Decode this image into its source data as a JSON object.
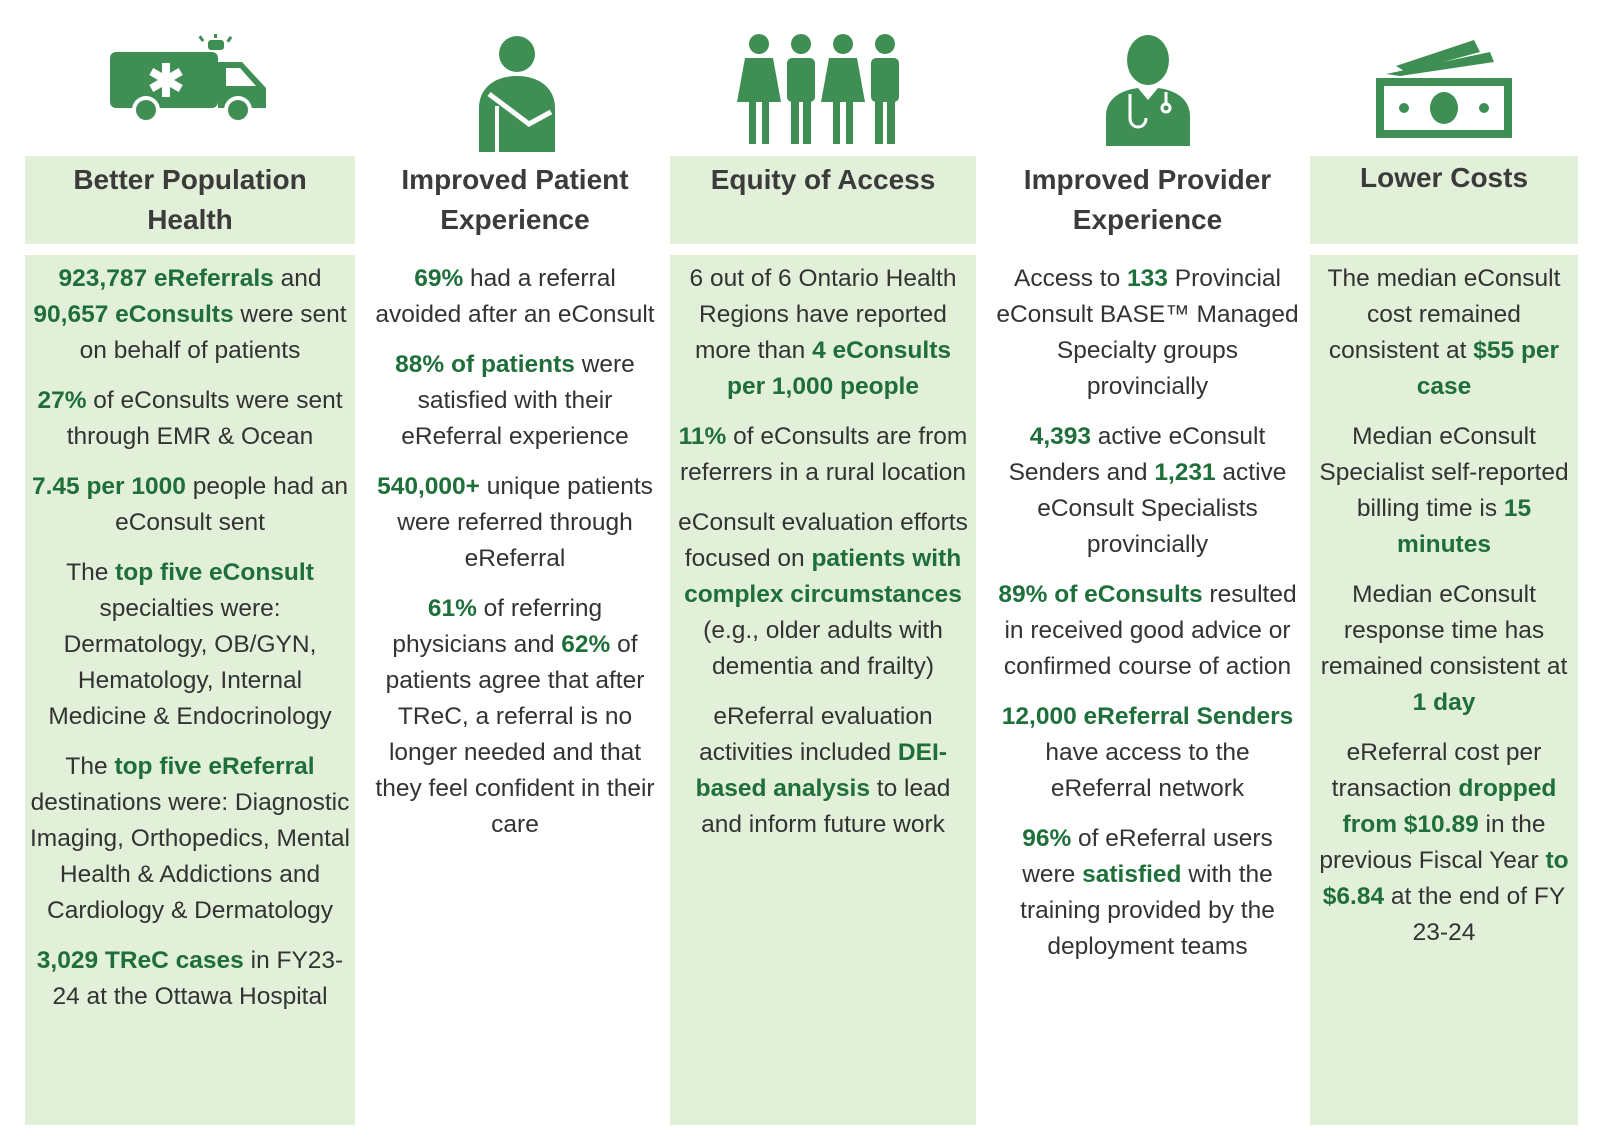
{
  "colors": {
    "accent_green": "#1f6f3a",
    "icon_green": "#3f8f55",
    "panel_tint": "#e2efd9"
  },
  "columns": [
    {
      "icon": "ambulance-icon",
      "title_line1": "Better Population",
      "title_line2": "Health",
      "paragraphs": [
        [
          [
            "923,787 eReferrals",
            true
          ],
          [
            " and ",
            false
          ],
          [
            "90,657 eConsults",
            true
          ],
          [
            " were sent on behalf of patients",
            false
          ]
        ],
        [
          [
            "27%",
            true
          ],
          [
            " of eConsults were sent through EMR & Ocean",
            false
          ]
        ],
        [
          [
            "7.45 per 1000",
            true
          ],
          [
            " people had an eConsult sent",
            false
          ]
        ],
        [
          [
            "The ",
            false
          ],
          [
            "top five eConsult",
            true
          ],
          [
            " specialties were: Dermatology, OB/GYN, Hematology, Internal Medicine & Endocrinology",
            false
          ]
        ],
        [
          [
            "The ",
            false
          ],
          [
            "top five eReferral",
            true
          ],
          [
            " destinations were: Diagnostic Imaging, Orthopedics, Mental Health & Addictions and Cardiology & Dermatology",
            false
          ]
        ],
        [
          [
            "3,029 TReC cases",
            true
          ],
          [
            " in FY23-24 at the Ottawa Hospital",
            false
          ]
        ]
      ]
    },
    {
      "icon": "patient-sling-icon",
      "title_line1": "Improved Patient",
      "title_line2": "Experience",
      "paragraphs": [
        [
          [
            "69%",
            true
          ],
          [
            " had a referral avoided after an eConsult",
            false
          ]
        ],
        [
          [
            "88% of patients",
            true
          ],
          [
            " were satisfied with their eReferral experience",
            false
          ]
        ],
        [
          [
            "540,000+",
            true
          ],
          [
            " unique patients were referred through eReferral",
            false
          ]
        ],
        [
          [
            "61%",
            true
          ],
          [
            " of referring physicians and ",
            false
          ],
          [
            "62%",
            true
          ],
          [
            " of patients agree that after TReC, a referral is no longer needed and that they feel confident in their care",
            false
          ]
        ]
      ]
    },
    {
      "icon": "people-group-icon",
      "title_line1": "Equity of Access",
      "title_line2": "",
      "paragraphs": [
        [
          [
            "6 out of 6 Ontario Health Regions have reported more than ",
            false
          ],
          [
            "4 eConsults per 1,000 people",
            true
          ]
        ],
        [
          [
            "11%",
            true
          ],
          [
            " of eConsults are from referrers in a rural location",
            false
          ]
        ],
        [
          [
            "eConsult evaluation efforts focused on ",
            false
          ],
          [
            "patients with complex circumstances",
            true
          ],
          [
            " (e.g., older adults with dementia and frailty)",
            false
          ]
        ],
        [
          [
            "eReferral evaluation activities included ",
            false
          ],
          [
            "DEI-based analysis",
            true
          ],
          [
            " to lead and inform future work",
            false
          ]
        ]
      ]
    },
    {
      "icon": "doctor-stethoscope-icon",
      "title_line1": "Improved Provider",
      "title_line2": "Experience",
      "paragraphs": [
        [
          [
            "Access to ",
            false
          ],
          [
            "133",
            true
          ],
          [
            " Provincial eConsult BASE™ Managed Specialty groups provincially",
            false
          ]
        ],
        [
          [
            "4,393",
            true
          ],
          [
            " active eConsult Senders and ",
            false
          ],
          [
            "1,231",
            true
          ],
          [
            " active eConsult Specialists provincially",
            false
          ]
        ],
        [
          [
            "89% of eConsults",
            true
          ],
          [
            " resulted in received good advice or confirmed course of action",
            false
          ]
        ],
        [
          [
            "12,000 eReferral Senders",
            true
          ],
          [
            " have access to the eReferral network",
            false
          ]
        ],
        [
          [
            "96%",
            true
          ],
          [
            " of eReferral users were ",
            false
          ],
          [
            "satisfied",
            true
          ],
          [
            " with the training provided by the deployment teams",
            false
          ]
        ]
      ]
    },
    {
      "icon": "money-bills-icon",
      "title_line1": "Lower Costs",
      "title_line2": "",
      "paragraphs": [
        [
          [
            "The median eConsult cost remained consistent at ",
            false
          ],
          [
            "$55 per case",
            true
          ]
        ],
        [
          [
            "Median eConsult Specialist self-reported billing time is ",
            false
          ],
          [
            "15 minutes",
            true
          ]
        ],
        [
          [
            "Median eConsult response time has remained consistent at ",
            false
          ],
          [
            "1 day",
            true
          ]
        ],
        [
          [
            "eReferral cost per transaction ",
            false
          ],
          [
            "dropped from $10.89",
            true
          ],
          [
            " in the previous Fiscal Year ",
            false
          ],
          [
            "to $6.84",
            true
          ],
          [
            " at the end of FY 23-24",
            false
          ]
        ]
      ]
    }
  ]
}
